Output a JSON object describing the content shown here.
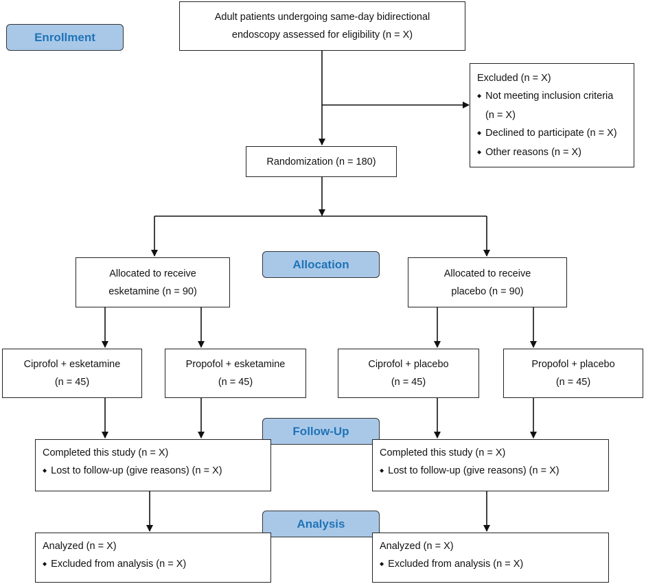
{
  "stages": {
    "enrollment": "Enrollment",
    "allocation": "Allocation",
    "followup": "Follow-Up",
    "analysis": "Analysis"
  },
  "assessed": {
    "line1": "Adult patients undergoing same-day bidirectional",
    "line2": "endoscopy assessed for eligibility (n = X)"
  },
  "excluded": {
    "title": "Excluded (n = X)",
    "item1": "Not meeting inclusion criteria",
    "item1_cont": "(n = X)",
    "item2": "Declined to participate (n = X)",
    "item3": "Other reasons (n = X)"
  },
  "randomization": "Randomization (n = 180)",
  "arms": [
    {
      "line1": "Allocated to receive",
      "line2": "esketamine (n = 90)"
    },
    {
      "line1": "Allocated to receive",
      "line2": "placebo (n = 90)"
    }
  ],
  "subgroups": [
    {
      "line1": "Ciprofol + esketamine",
      "line2": "(n = 45)"
    },
    {
      "line1": "Propofol + esketamine",
      "line2": "(n = 45)"
    },
    {
      "line1": "Ciprofol + placebo",
      "line2": "(n = 45)"
    },
    {
      "line1": "Propofol + placebo",
      "line2": "(n = 45)"
    }
  ],
  "followup_boxes": [
    {
      "line1": "Completed this study (n = X)",
      "line2": "Lost to follow-up (give reasons) (n = X)"
    },
    {
      "line1": "Completed this study (n = X)",
      "line2": "Lost to follow-up (give reasons) (n = X)"
    }
  ],
  "analysis_boxes": [
    {
      "line1": "Analyzed (n = X)",
      "line2": "Excluded from analysis (n = X)"
    },
    {
      "line1": "Analyzed (n = X)",
      "line2": "Excluded from analysis (n = X)"
    }
  ]
}
